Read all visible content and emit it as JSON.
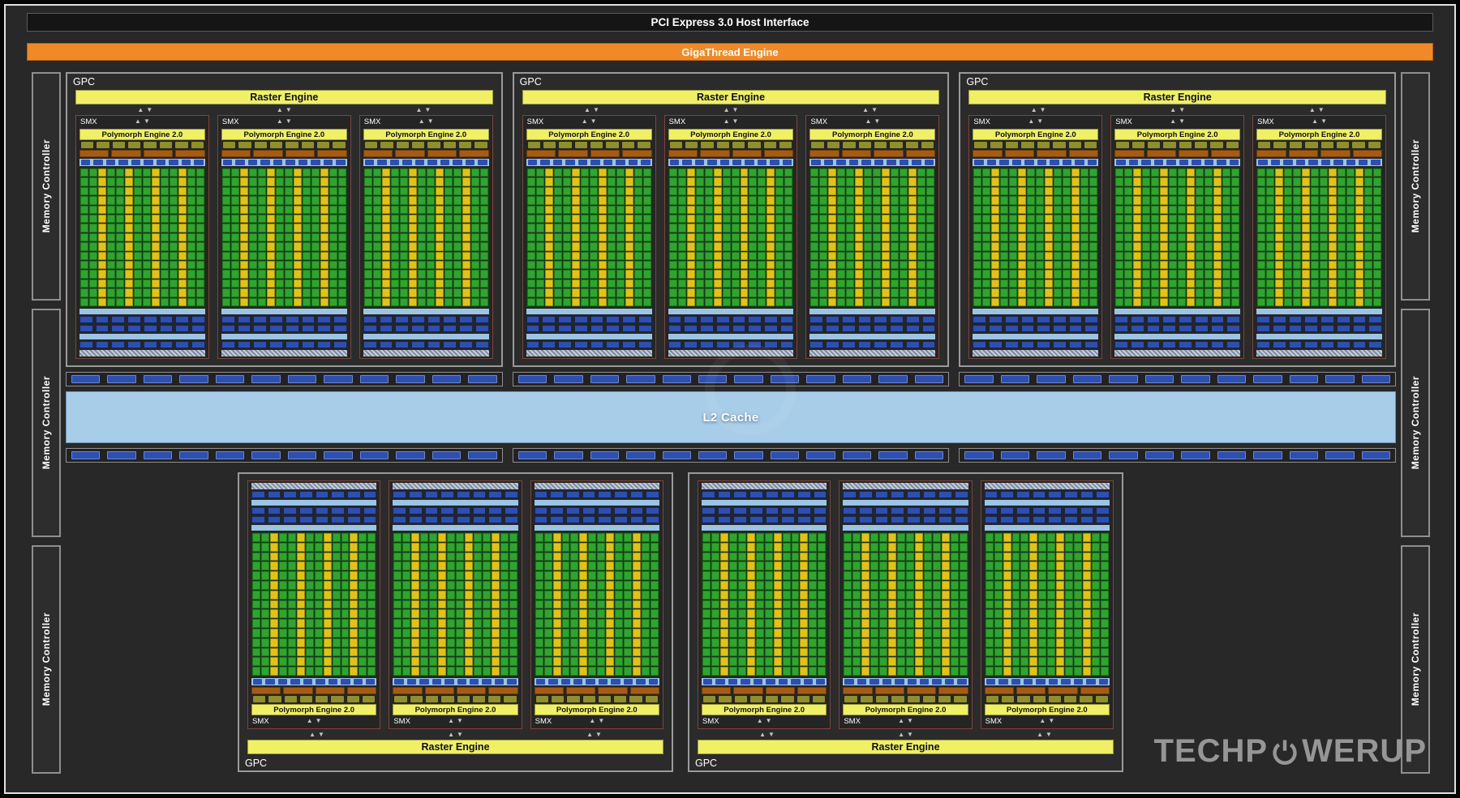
{
  "labels": {
    "pci_host_interface": "PCI Express 3.0 Host Interface",
    "gigathread_engine": "GigaThread Engine",
    "gpc": "GPC",
    "smx": "SMX",
    "raster_engine": "Raster Engine",
    "polymorph_engine": "Polymorph Engine 2.0",
    "l2_cache": "L2 Cache",
    "memory_controller": "Memory Controller",
    "watermark_prefix": "TECHP",
    "watermark_suffix": "WERUP",
    "watermark_full": "TECHPOWERUP"
  },
  "icons": {
    "up_arrow": "▲",
    "down_arrow": "▼"
  },
  "colors": {
    "die_background": "#282828",
    "gigathread_orange": "#f08a28",
    "engine_yellow": "#eff066",
    "core_green": "#2fa42f",
    "core_yellow": "#e2c216",
    "unit_blue": "#2d4fb0",
    "cache_light_blue": "#a8cde9",
    "scheduler_orange": "#a45c14",
    "frontend_olive": "#8f8f2e"
  },
  "structure": {
    "top_gpc_count": 3,
    "bottom_gpc_count": 2,
    "smx_per_gpc": 3,
    "memory_controllers_per_side": 3,
    "crossbar_strip_rows": 2,
    "crossbar_strips_per_row": 3,
    "crossbar_cells_per_strip": 12,
    "olive_cells": 8,
    "orange_cells": 4,
    "bluelight_cells": 10,
    "blue_cells": 8,
    "core_grid": {
      "cols": 14,
      "rows": 15,
      "yellow_col_indices": [
        2,
        5,
        8,
        11
      ]
    }
  }
}
